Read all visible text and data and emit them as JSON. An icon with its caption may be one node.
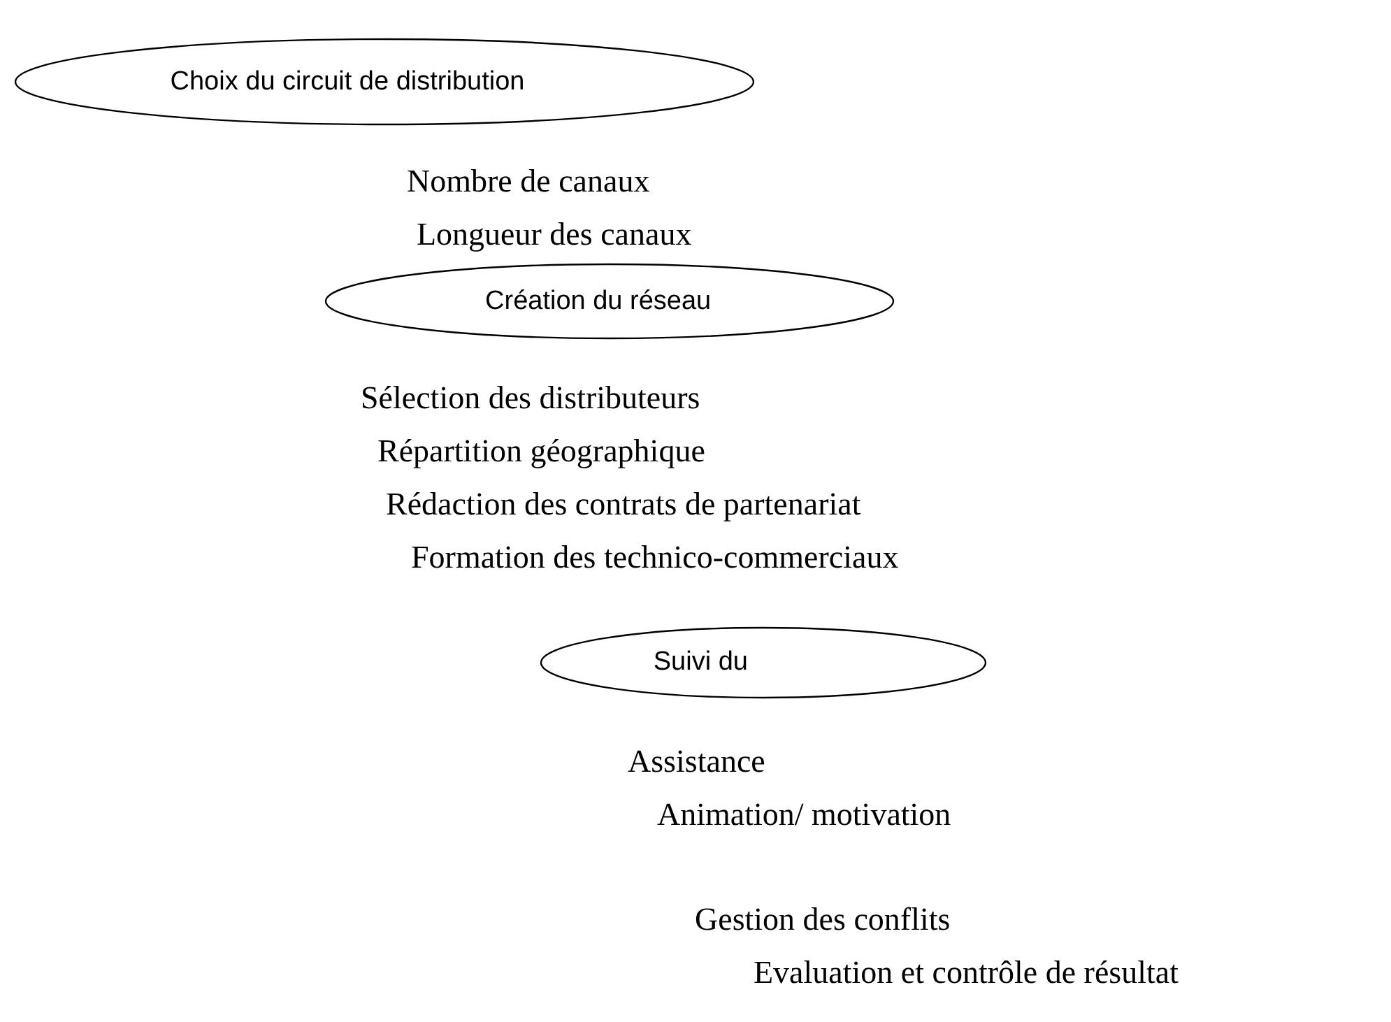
{
  "diagram": {
    "nodes": [
      {
        "text": [
          "Choix du circuit de distribution"
        ]
      },
      {
        "text": [
          "Création du réseau"
        ]
      },
      {
        "text": [
          "Suivi du"
        ]
      }
    ],
    "labels": [
      "Nombre de canaux",
      "Longueur des canaux",
      "Sélection des distributeurs",
      "Répartition géographique",
      "Rédaction des contrats de partenariat",
      "Formation des technico-commerciaux",
      "Assistance",
      "Animation/ motivation",
      "Gestion des conflits",
      "Evaluation et contrôle de résultat"
    ]
  }
}
